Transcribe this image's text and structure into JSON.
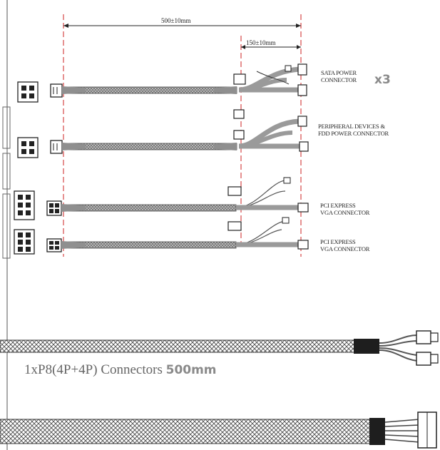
{
  "dimensions": {
    "overall": "500±10mm",
    "branch": "150±10mm"
  },
  "connector_labels": {
    "sata": [
      "SATA POWER",
      "CONNECTOR"
    ],
    "sata_multiplier": "x3",
    "peripheral": [
      "PERIPHERAL DEVICES &",
      "FDD POWER CONNECTOR"
    ],
    "pcie_1": [
      "PCI EXPRESS",
      "VGA CONNECTOR"
    ],
    "pcie_2": [
      "PCI EXPRESS",
      "VGA CONNECTOR"
    ]
  },
  "caption": {
    "text": "1xP8(4P+4P) Connectors",
    "length": "500mm"
  },
  "colors": {
    "line": "#222222",
    "dim_dash": "#cc2222",
    "sleeve": "#9a9a9a",
    "caption": "#666666"
  }
}
